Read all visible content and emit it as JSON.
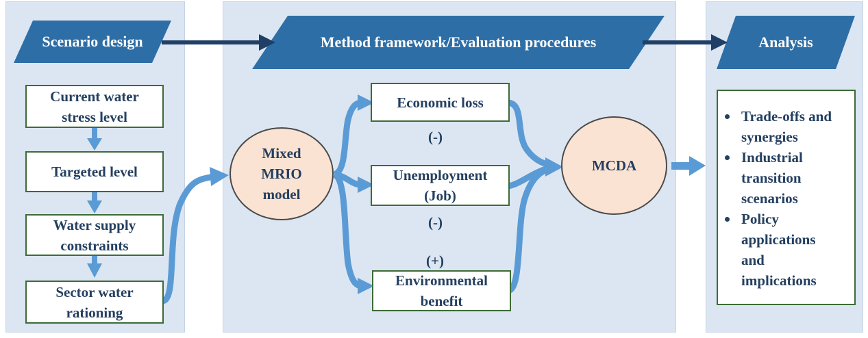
{
  "columns": {
    "scenario": {
      "title": "Scenario design",
      "steps": [
        "Current water\nstress level",
        "Targeted level",
        "Water supply\nconstraints",
        "Sector water\nrationing"
      ]
    },
    "method": {
      "title": "Method framework/Evaluation procedures",
      "model": "Mixed\nMRIO\nmodel",
      "outcomes": [
        "Economic loss",
        "Unemployment\n(Job)",
        "Environmental\nbenefit"
      ],
      "signs": [
        "(-)",
        "(-)",
        "(+)"
      ],
      "mcda": "MCDA"
    },
    "analysis": {
      "title": "Analysis",
      "items": [
        "Trade-offs and\nsynergies",
        "Industrial\ntransition\nscenarios",
        "Policy\napplications\nand\nimplications"
      ]
    }
  },
  "colors": {
    "panel": "#dce6f2",
    "banner": "#2e6ea6",
    "arrow_light": "#5b9bd5",
    "arrow_dark": "#1f3f66",
    "box_border": "#3d6b35",
    "circle_fill": "#fbe3d3",
    "text": "#243f60"
  }
}
